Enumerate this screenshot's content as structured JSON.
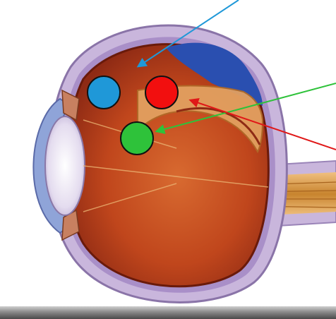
{
  "figure": {
    "subject": "eye-cross-section",
    "colors": {
      "background": "#ffffff",
      "sclera_outer": "#c9b6dc",
      "sclera_inner": "#a98fc8",
      "choroid": "#8e2a14",
      "vitreous": "#c0461c",
      "vitreous_light": "#d8642c",
      "retina_band": "#e2a060",
      "blue_region": "#2a4fb0",
      "lens": "#e8e2f0",
      "optic_nerve": "#d9a050",
      "cornea": "#8fa4d8"
    }
  },
  "markers": [
    {
      "id": "blue",
      "color": "#1f98d8",
      "stroke": "#111111"
    },
    {
      "id": "red",
      "color": "#f20f0f",
      "stroke": "#111111"
    },
    {
      "id": "green",
      "color": "#2ec23a",
      "stroke": "#111111"
    }
  ],
  "arrows": [
    {
      "id": "blue-arrow",
      "color": "#1f98d8"
    },
    {
      "id": "green-arrow",
      "color": "#2ec23a"
    },
    {
      "id": "red-arrow",
      "color": "#e01818"
    }
  ]
}
